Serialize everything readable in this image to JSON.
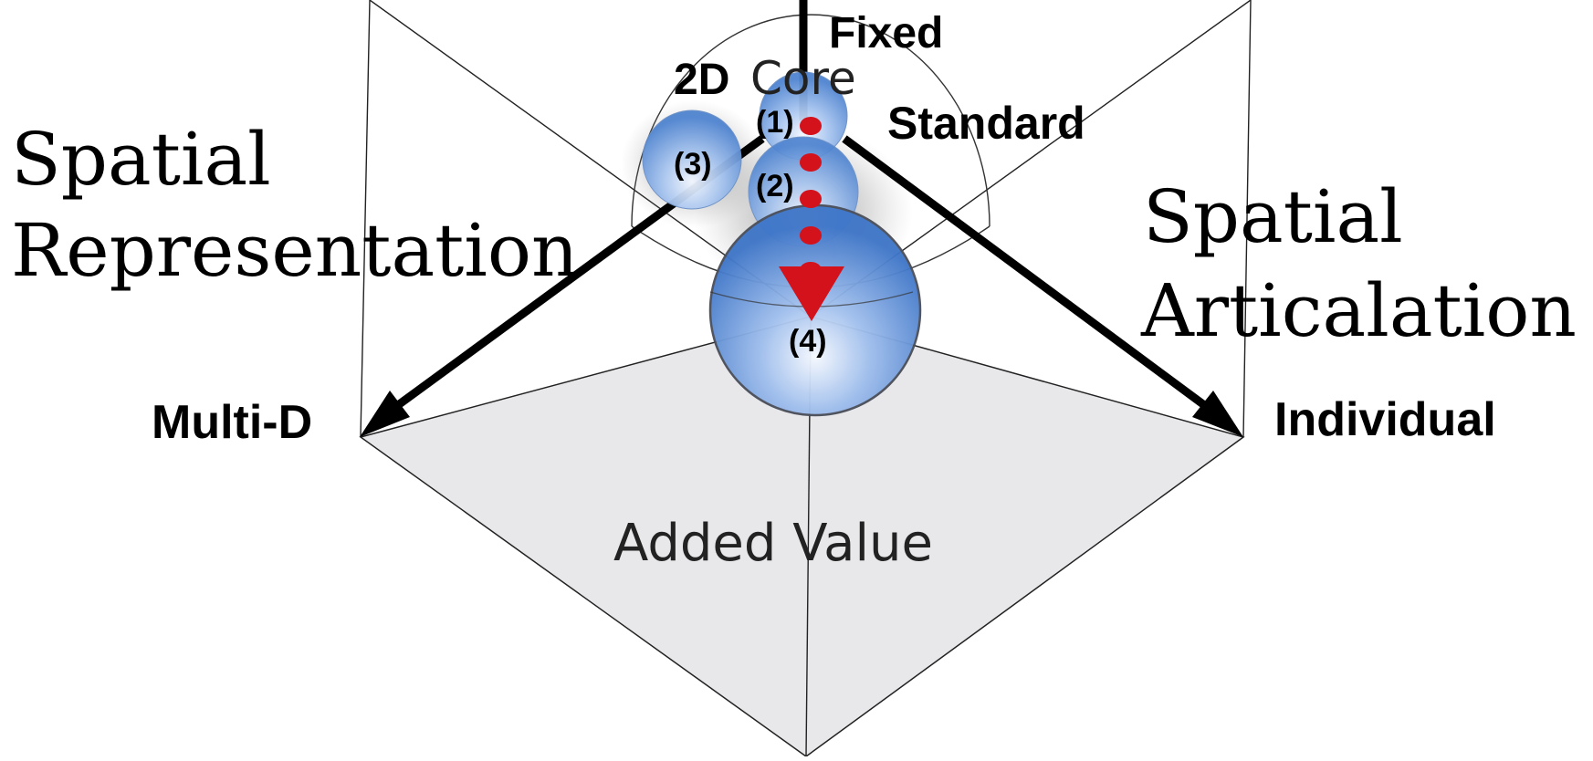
{
  "diagram": {
    "axes": {
      "fixed_label": "Fixed",
      "standard_label": "Standard",
      "multi_d_label": "Multi-D",
      "individual_label": "Individual"
    },
    "core": {
      "prefix": "2D",
      "word": "Core"
    },
    "region_labels": {
      "left_line1": "Spatial",
      "left_line2": "Representation",
      "right_line1": "Spatial",
      "right_line2": "Articalation",
      "bottom": "Added Value"
    },
    "stages": [
      {
        "label": "(1)"
      },
      {
        "label": "(2)"
      },
      {
        "label": "(3)"
      },
      {
        "label": "(4)"
      }
    ],
    "colors": {
      "arrow": "#000000",
      "path_dots": "#d3121c",
      "ball": "#6f9fe0",
      "floor": "#e6e6e9"
    }
  }
}
